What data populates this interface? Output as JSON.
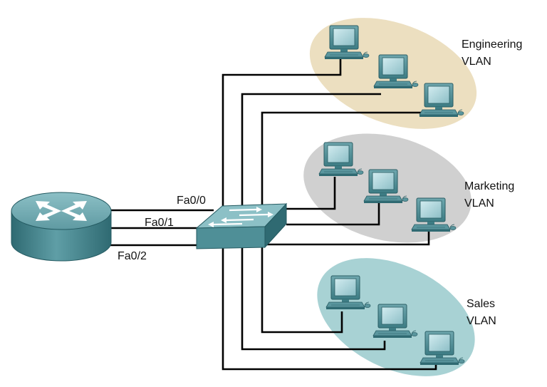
{
  "vlans": [
    {
      "line1": "Engineering",
      "line2": "VLAN",
      "color": "#ecdfc0"
    },
    {
      "line1": "Marketing",
      "line2": "VLAN",
      "color": "#d0d0d0"
    },
    {
      "line1": "Sales",
      "line2": "VLAN",
      "color": "#a8d2d4"
    }
  ],
  "interfaces": [
    {
      "label": "Fa0/0"
    },
    {
      "label": "Fa0/1"
    },
    {
      "label": "Fa0/2"
    }
  ],
  "colors": {
    "device_body": "#4f8f97",
    "device_top": "#7fb6bc",
    "device_dark": "#2f6a72",
    "screen": "#a9d0d6",
    "wire": "#000000"
  }
}
